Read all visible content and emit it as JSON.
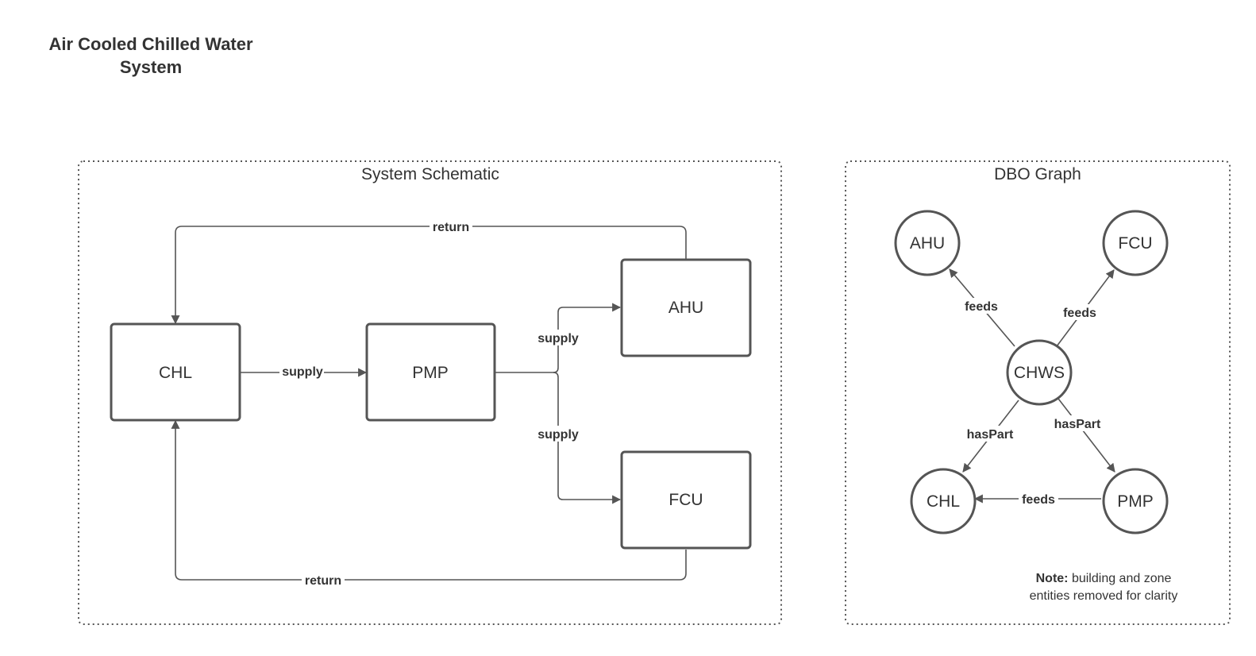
{
  "title": {
    "line1": "Air Cooled Chilled Water",
    "line2": "System"
  },
  "schematic": {
    "title": "System Schematic",
    "boxes": {
      "chl": "CHL",
      "pmp": "PMP",
      "ahu": "AHU",
      "fcu": "FCU"
    },
    "edges": {
      "chl_to_pmp": "supply",
      "pmp_to_ahu": "supply",
      "pmp_to_fcu": "supply",
      "ahu_to_chl": "return",
      "fcu_to_chl": "return"
    }
  },
  "graph": {
    "title": "DBO Graph",
    "nodes": {
      "ahu": "AHU",
      "fcu": "FCU",
      "chws": "CHWS",
      "chl": "CHL",
      "pmp": "PMP"
    },
    "edges": {
      "chws_to_ahu": "feeds",
      "chws_to_fcu": "feeds",
      "chws_to_chl": "hasPart",
      "chws_to_pmp": "hasPart",
      "pmp_to_chl": "feeds"
    },
    "note": {
      "bold": "Note:",
      "line1": "building and zone",
      "line2": "entities removed for clarity"
    }
  },
  "colors": {
    "stroke": "#555555",
    "text": "#333333",
    "background": "#ffffff"
  }
}
